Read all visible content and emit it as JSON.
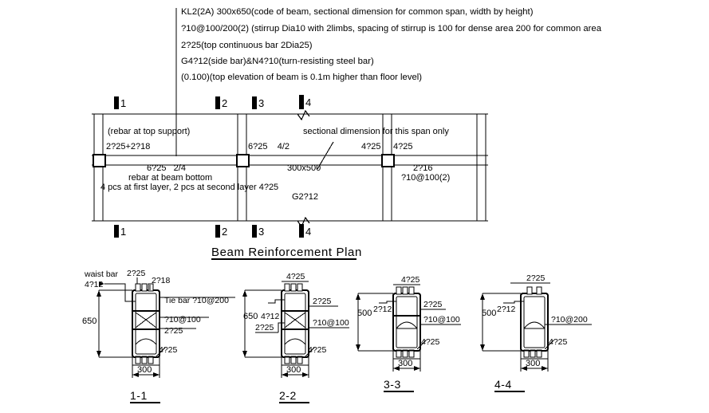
{
  "drawing": {
    "title": "Beam Reinforcement Plan",
    "sheet_width": 889,
    "sheet_height": 518,
    "line_color": "#000000",
    "background_color": "#ffffff"
  },
  "legend_notes": {
    "lines": [
      "KL2(2A) 300x650(code of beam, sectional dimension for common span, width by height)",
      "?10@100/200(2) (stirrup Dia10 with 2limbs, spacing of stirrup is 100 for dense area 200 for common area",
      "2?25(top continuous bar 2Dia25)",
      "G4?12(side bar)&N4?10(turn-resisting steel bar)",
      "(0.100)(top elevation of beam is 0.1m higher than floor level)"
    ]
  },
  "plan": {
    "section_markers_top": [
      "1",
      "2",
      "3",
      "4"
    ],
    "section_markers_bottom": [
      "1",
      "2",
      "3",
      "4"
    ],
    "annotations": {
      "top_support_note": "(rebar at top support)",
      "top_support_bar": "2?25+2?18",
      "bottom_bar": "6?25   2/4",
      "bottom_bar_note": "rebar at beam bottom",
      "bottom_layer_note": "4 pcs at first layer, 2 pcs at second layer 4?25",
      "mid_top_bar": "6?25    4/2",
      "mid_section_dim": "300x500",
      "side_bar_note": "G2?12",
      "sectional_dim_note": "sectional dimension for this span only",
      "right_top_bar_a": "4?25",
      "right_top_bar_b": "4?25",
      "right_bottom_bar": "2?16",
      "right_stirrup": "?10@100(2)"
    }
  },
  "sections": [
    {
      "label": "1-1",
      "depth": "650",
      "width": "300",
      "top_bar": "2?25",
      "top_bar_extra": "2?18",
      "side_bar_title": "waist bar",
      "side_bar": "4?12",
      "tie_bar": "Tie bar ?10@200",
      "stirrup": "?10@100",
      "mid_bar": "2?25",
      "bottom_bar": "4?25"
    },
    {
      "label": "2-2",
      "depth": "650",
      "width": "300",
      "top_bar": "4?25",
      "side_bar": "4?12",
      "stirrup": "?10@100",
      "mid_bar": "2?25",
      "mid_bar_left": "2?25",
      "bottom_bar": "4?25"
    },
    {
      "label": "3-3",
      "depth": "500",
      "width": "300",
      "top_bar": "4?25",
      "side_bar": "2?12",
      "stirrup": "?10@100",
      "mid_bar": "2?25",
      "bottom_bar": "4?25"
    },
    {
      "label": "4-4",
      "depth": "500",
      "width": "300",
      "top_bar": "2?25",
      "side_bar": "2?12",
      "stirrup": "?10@200",
      "bottom_bar": "4?25"
    }
  ]
}
